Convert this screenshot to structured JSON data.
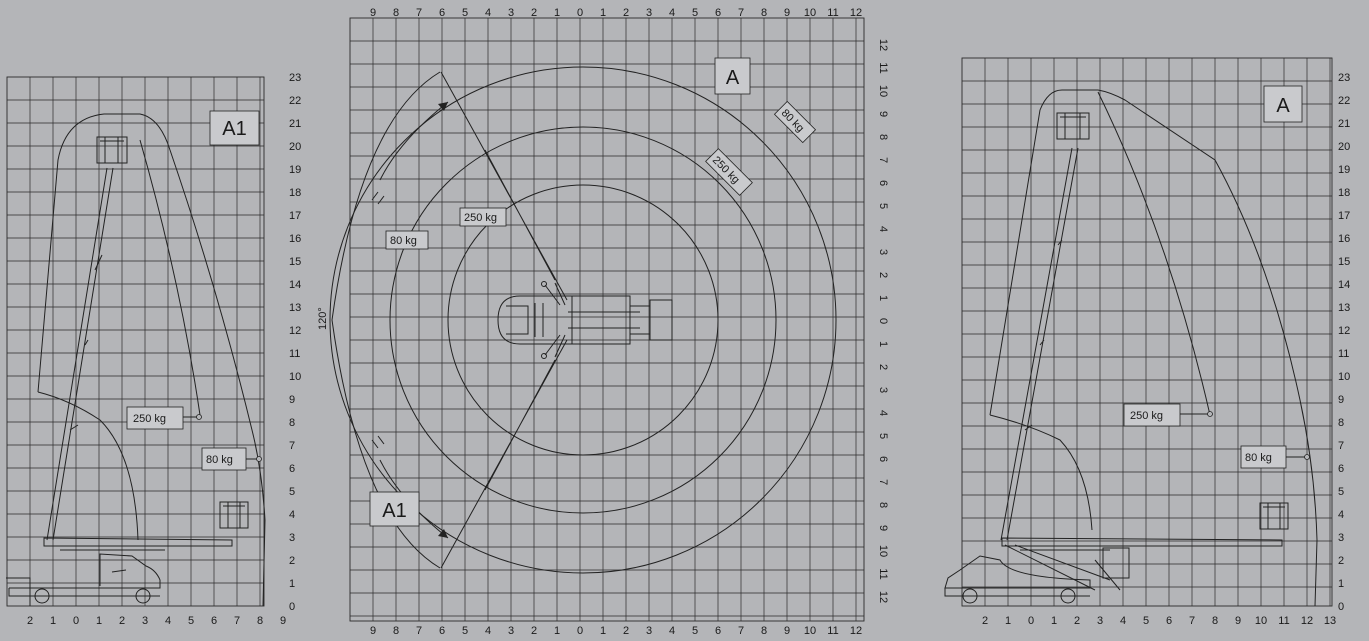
{
  "diagrams": {
    "left": {
      "zone_label": "A1",
      "x_ticks": [
        "2",
        "1",
        "0",
        "1",
        "2",
        "3",
        "4",
        "5",
        "6",
        "7",
        "8",
        "9"
      ],
      "y_ticks": [
        "0",
        "1",
        "2",
        "3",
        "4",
        "5",
        "6",
        "7",
        "8",
        "9",
        "10",
        "11",
        "12",
        "13",
        "14",
        "15",
        "16",
        "17",
        "18",
        "19",
        "20",
        "21",
        "22",
        "23"
      ],
      "load_labels": [
        "250  kg",
        "80  kg"
      ]
    },
    "center": {
      "zone_labels": [
        "A",
        "A1"
      ],
      "top_ticks": [
        "9",
        "8",
        "7",
        "6",
        "5",
        "4",
        "3",
        "2",
        "1",
        "0",
        "1",
        "2",
        "3",
        "4",
        "5",
        "6",
        "7",
        "8",
        "9",
        "10",
        "11",
        "12"
      ],
      "bottom_ticks": [
        "9",
        "8",
        "7",
        "6",
        "5",
        "4",
        "3",
        "2",
        "1",
        "0",
        "1",
        "2",
        "3",
        "4",
        "5",
        "6",
        "7",
        "8",
        "9",
        "10",
        "11",
        "12"
      ],
      "right_ticks": [
        "12",
        "11",
        "10",
        "9",
        "8",
        "7",
        "6",
        "5",
        "4",
        "3",
        "2",
        "1",
        "0",
        "1",
        "2",
        "3",
        "4",
        "5",
        "6",
        "7",
        "8",
        "9",
        "10",
        "11",
        "12"
      ],
      "angle_label": "120°",
      "load_labels": [
        "250 kg",
        "80 kg",
        "80 kg",
        "250 kg"
      ]
    },
    "right": {
      "zone_label": "A",
      "x_ticks": [
        "2",
        "1",
        "0",
        "1",
        "2",
        "3",
        "4",
        "5",
        "6",
        "7",
        "8",
        "9",
        "10",
        "11",
        "12",
        "13"
      ],
      "y_ticks": [
        "0",
        "1",
        "2",
        "3",
        "4",
        "5",
        "6",
        "7",
        "8",
        "9",
        "10",
        "11",
        "12",
        "13",
        "14",
        "15",
        "16",
        "17",
        "18",
        "19",
        "20",
        "21",
        "22",
        "23"
      ],
      "load_labels": [
        "250  kg",
        "80  kg"
      ]
    }
  }
}
